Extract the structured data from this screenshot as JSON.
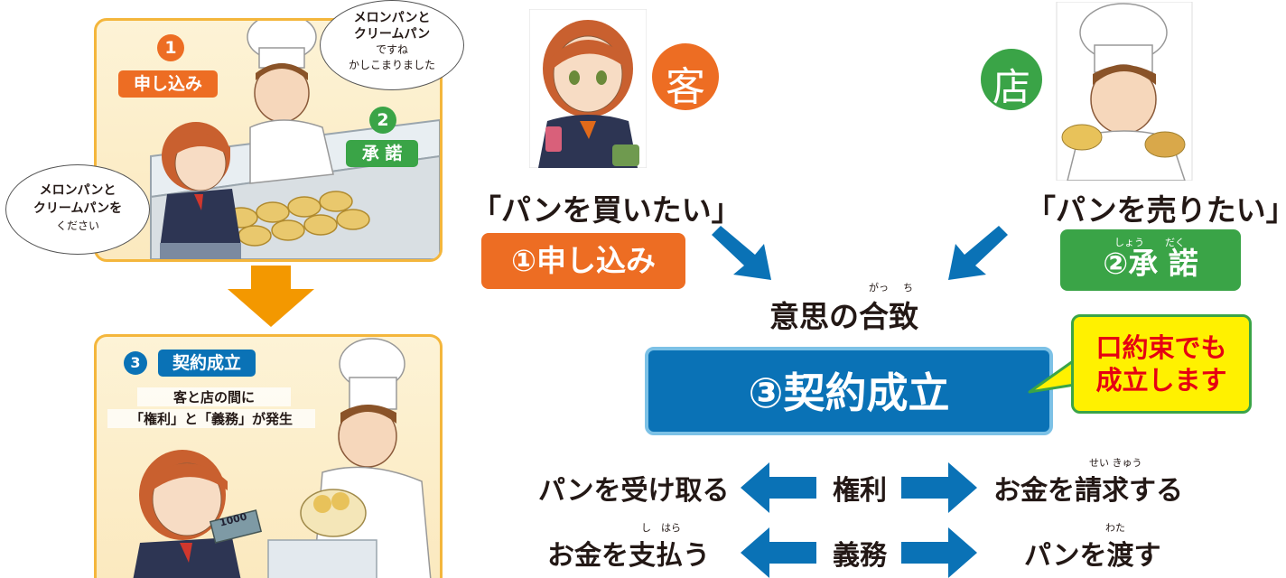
{
  "colors": {
    "orange": "#ed6d23",
    "green": "#3aa447",
    "blue": "#0a72b6",
    "panel_border": "#f4b63c",
    "yellow": "#fff100",
    "red_text": "#e60012"
  },
  "scene_top": {
    "step1_num": "1",
    "step1_label": "申し込み",
    "step2_num": "2",
    "step2_label": "承 諾",
    "clerk_bubble": [
      "メロンパンと",
      "クリームパン",
      "ですね",
      "かしこまりました"
    ],
    "customer_bubble": [
      "メロンパンと",
      "クリームパンを",
      "ください"
    ]
  },
  "scene_bottom": {
    "step3_num": "3",
    "step3_label": "契約成立",
    "caption_line1": "客と店の間に",
    "caption_line2": "「権利」と「義務」が発生",
    "money_label": "1000"
  },
  "customer": {
    "badge": "客",
    "quote": "「パンを買いたい」",
    "action": "①申し込み"
  },
  "shop": {
    "badge": "店",
    "quote": "「パンを売りたい」",
    "action": "②承 諾",
    "ruby_shou": "しょう",
    "ruby_daku": "だく"
  },
  "agreement": {
    "label": "意思の合致",
    "ruby_ga": "がっ",
    "ruby_chi": "ち"
  },
  "contract": {
    "label": "③契約成立",
    "note": [
      "口約束でも",
      "成立します"
    ]
  },
  "rights_row": {
    "left": "パンを受け取る",
    "center": "権利",
    "right": "お金を請求する",
    "ruby_right": "せい きゅう"
  },
  "duties_row": {
    "left": "お金を支払う",
    "center": "義務",
    "right": "パンを渡す",
    "ruby_left": "し　はら",
    "ruby_right": "わた"
  }
}
